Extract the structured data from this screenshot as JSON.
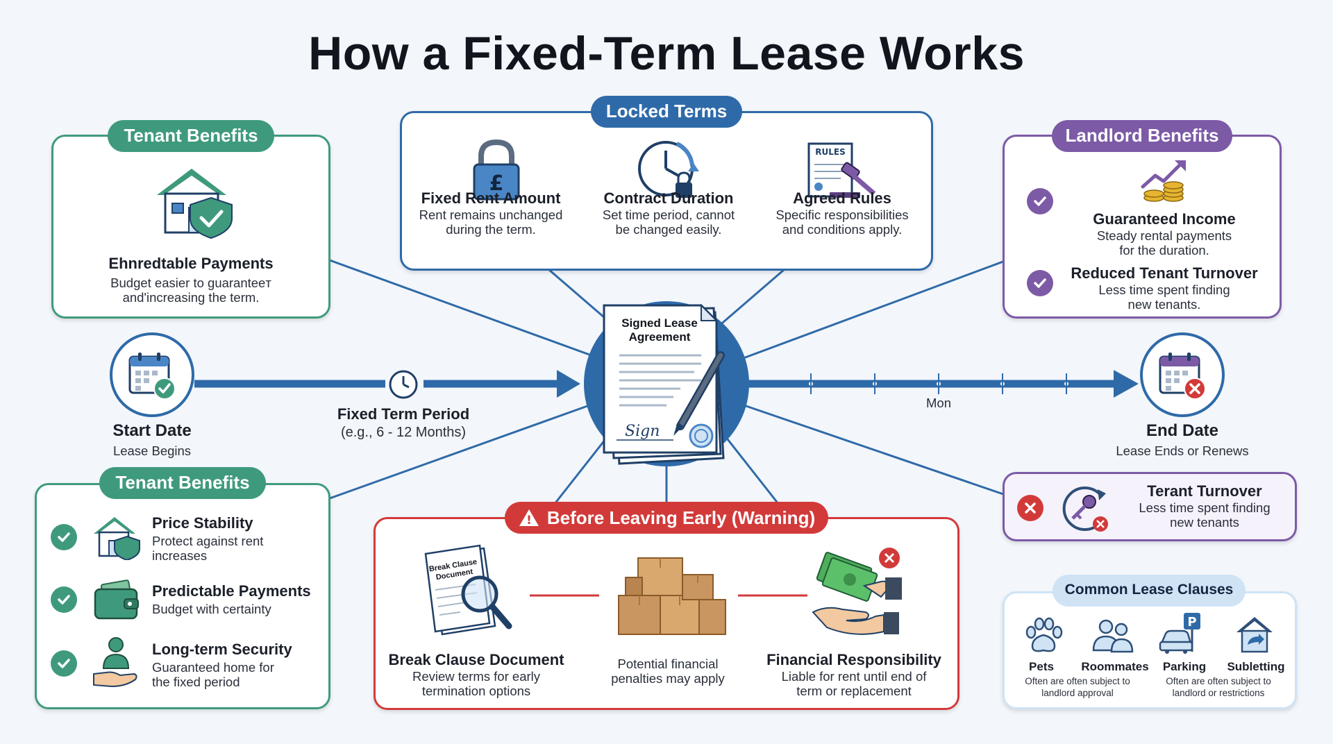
{
  "title": "How a Fixed-Term Lease Works",
  "tenant_top": {
    "pill": "Tenant Benefits",
    "heading": "Ehnredtable Payments",
    "desc_line1": "Budget easier to guaranteeт",
    "desc_line2": "and'increasing the term."
  },
  "locked": {
    "pill": "Locked Terms",
    "items": [
      {
        "title": "Fixed Rent Amount",
        "line1": "Rent remains unchanged",
        "line2": "during the term."
      },
      {
        "title": "Contract Duration",
        "line1": "Set time period, cannot",
        "line2": "be changed easily."
      },
      {
        "title": "Agreed Rules",
        "line1": "Specific responsibilities",
        "line2": "and conditions apply."
      }
    ],
    "rules_label": "RULES",
    "pound_symbol": "£"
  },
  "landlord": {
    "pill": "Landlord Benefits",
    "items": [
      {
        "title": "Guaranteed Income",
        "line1": "Steady rental payments",
        "line2": "for the duration."
      },
      {
        "title": "Reduced Tenant Turnover",
        "line1": "Less time spent finding",
        "line2": "new tenants."
      }
    ]
  },
  "timeline": {
    "start_title": "Start Date",
    "start_sub": "Lease Begins",
    "period_title": "Fixed Term Period",
    "period_sub": "(e.g., 6 - 12 Months)",
    "tick_label": "Mon",
    "end_title": "End Date",
    "end_sub": "Lease Ends or Renews"
  },
  "document": {
    "line1": "Signed Lease",
    "line2": "Agreement",
    "signature": "Sign"
  },
  "tenant_bottom": {
    "pill": "Tenant Benefits",
    "items": [
      {
        "title": "Price Stability",
        "line1": "Protect against rent",
        "line2": "increases"
      },
      {
        "title": "Predictable Payments",
        "line1": "Budget with certainty",
        "line2": ""
      },
      {
        "title": "Long-term Security",
        "line1": "Guaranteed home for",
        "line2": "the fixed period"
      }
    ]
  },
  "warning": {
    "pill": "Before Leaving Early (Warning)",
    "warn_symbol": "!",
    "doc_label1": "Break Clause",
    "doc_label2": "Document",
    "items": [
      {
        "title": "Break Clause Document",
        "line1": "Review terms for early",
        "line2": "termination options"
      },
      {
        "title": "",
        "line1": "Potential financial",
        "line2": "penalties may apply"
      },
      {
        "title": "Financial Responsibility",
        "line1": "Liable for rent until end of",
        "line2": "term or replacement"
      }
    ]
  },
  "turnover": {
    "title": "Terant Turnover",
    "line1": "Less time spent finding",
    "line2": "new tenants"
  },
  "clauses": {
    "pill": "Common Lease Clauses",
    "parking_sign": "P",
    "items": [
      {
        "label": "Pets",
        "line1": "Often are often subject to",
        "line2": "landlord approval"
      },
      {
        "label": "Roommates",
        "line1": "",
        "line2": ""
      },
      {
        "label": "Parking",
        "line1": "Often are often subject to",
        "line2": "landlord or restrictions"
      },
      {
        "label": "Subletting",
        "line1": "",
        "line2": ""
      }
    ]
  },
  "colors": {
    "blue": "#2f6aa8",
    "green": "#3f9a7d",
    "purple": "#7c5aa6",
    "red": "#d23a3a",
    "light_blue": "#cfe3f5"
  }
}
